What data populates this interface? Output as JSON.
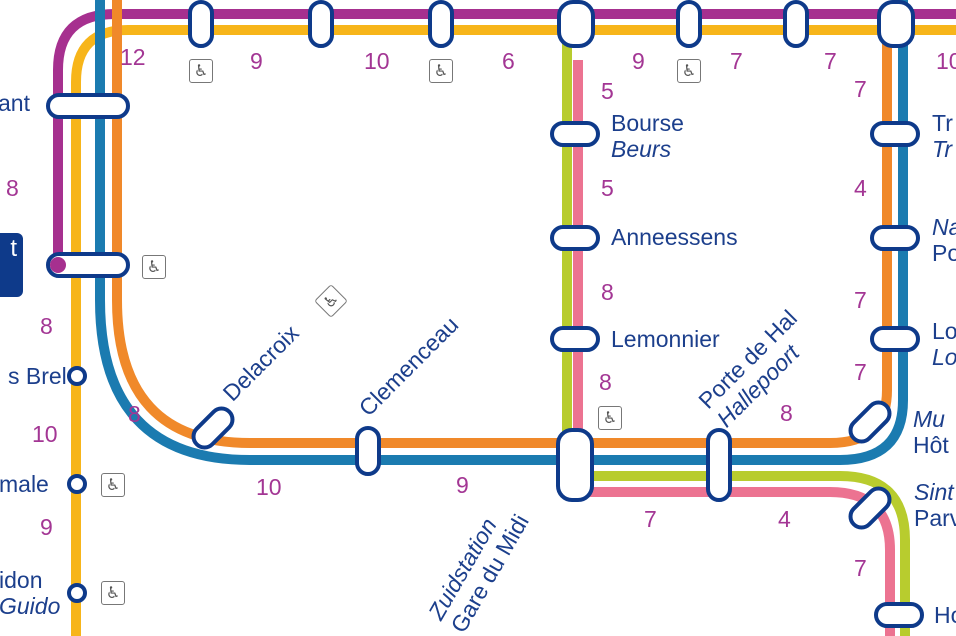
{
  "lines": {
    "purple": "#a6308f",
    "yellow": "#f7b51a",
    "orange": "#f0892a",
    "blue": "#1b7bb0",
    "lime": "#b8cc2e",
    "pink": "#ec7391",
    "station_outline": "#0e3a8a"
  },
  "stations": {
    "top_left_partial": "ant",
    "left_block_partial": "t",
    "jacques_brel_partial": "s Brel",
    "aumale_partial": "male",
    "saint_guidon_partial_fr": "idon",
    "saint_guidon_partial_nl": "Guido",
    "bourse_fr": "Bourse",
    "bourse_nl": "Beurs",
    "anneessens": "Anneessens",
    "lemonnier": "Lemonnier",
    "delacroix": "Delacroix",
    "clemenceau": "Clemenceau",
    "porte_de_hal_fr": "Porte de Hal",
    "porte_de_hal_nl": "Hallepoort",
    "zuid_nl": "Zuidstation",
    "zuid_fr": "Gare du Midi",
    "trone_partial_1": "Tr",
    "trone_partial_2": "Tr",
    "namur_partial_1": "Na",
    "namur_partial_2": "Po",
    "louise_partial_1": "Lo",
    "louise_partial_2": "Lo",
    "munt_partial_1": "Mu",
    "munt_partial_2": "Hôt",
    "sint_partial_1": "Sint",
    "sint_partial_2": "Parv",
    "bottom_right_partial": "Ho"
  },
  "times": {
    "t_top_12": "12",
    "t_top_9a": "9",
    "t_top_10": "10",
    "t_top_6": "6",
    "t_top_9b": "9",
    "t_top_7a": "7",
    "t_top_7b": "7",
    "t_top_10_right": "10",
    "t_left_8a": "8",
    "t_left_8b": "8",
    "t_left_10": "10",
    "t_left_9": "9",
    "t_curve_8": "8",
    "t_bottom_10": "10",
    "t_bottom_9": "9",
    "t_mid_5a": "5",
    "t_mid_5b": "5",
    "t_mid_8a": "8",
    "t_mid_8b": "8",
    "t_right_7a": "7",
    "t_right_4": "4",
    "t_right_7b": "7",
    "t_right_7c": "7",
    "t_bot_8": "8",
    "t_bot_7": "7",
    "t_bot_4": "4",
    "t_bot_7b": "7"
  },
  "accessibility_icon": "wheelchair-icon",
  "accessibility_glyph": "♿"
}
